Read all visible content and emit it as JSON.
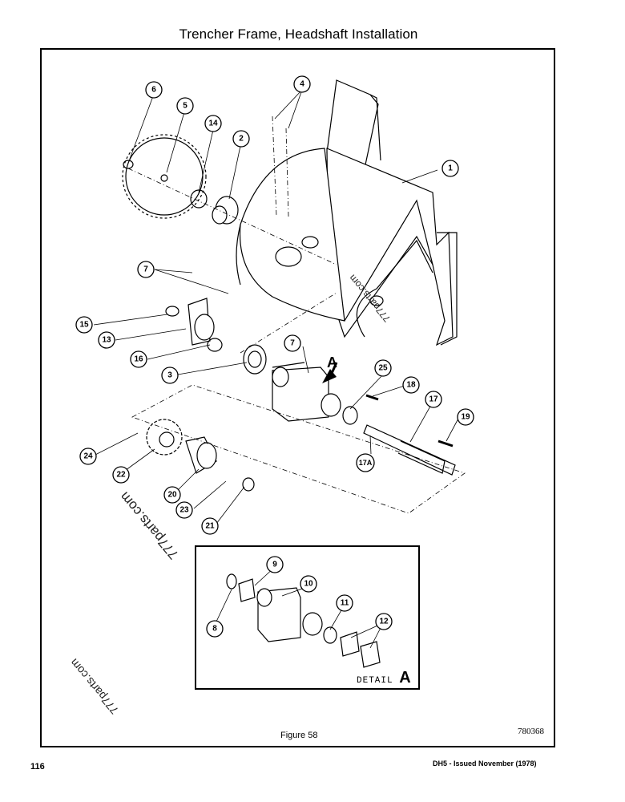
{
  "page": {
    "title": "Trencher Frame, Headshaft Installation",
    "figure_label": "Figure 58",
    "drawing_number": "780368",
    "page_number": "116",
    "issue_text": "DH5 - Issued November (1978)"
  },
  "watermarks": [
    "777parts.com",
    "777parts.com",
    "777parts.com"
  ],
  "detail": {
    "caption": "DETAIL",
    "letter": "A"
  },
  "section_marker": "A",
  "callouts": {
    "c1": "1",
    "c2": "2",
    "c3": "3",
    "c4": "4",
    "c5": "5",
    "c6": "6",
    "c7a": "7",
    "c7b": "7",
    "c8": "8",
    "c9": "9",
    "c10": "10",
    "c11": "11",
    "c12": "12",
    "c13": "13",
    "c14": "14",
    "c15": "15",
    "c16": "16",
    "c17": "17",
    "c17a": "17A",
    "c18": "18",
    "c19": "19",
    "c20": "20",
    "c21": "21",
    "c22": "22",
    "c23": "23",
    "c24": "24",
    "c25": "25"
  }
}
